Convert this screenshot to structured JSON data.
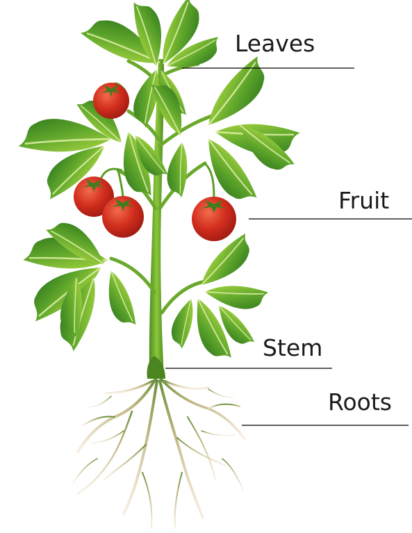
{
  "diagram": {
    "labels": {
      "leaves": "Leaves",
      "fruit": "Fruit",
      "stem": "Stem",
      "roots": "Roots"
    }
  },
  "colors": {
    "leaf_dark": "#2f7a1f",
    "leaf_mid": "#4f9a26",
    "leaf_light": "#a9d83a",
    "stem": "#5f9f2a",
    "tomato": "#c8261b",
    "tomato_highlight": "#ef6a4a",
    "root_top": "#6a8f3a",
    "root_fade": "#f1dcc2",
    "pointer_line": "#000000"
  }
}
